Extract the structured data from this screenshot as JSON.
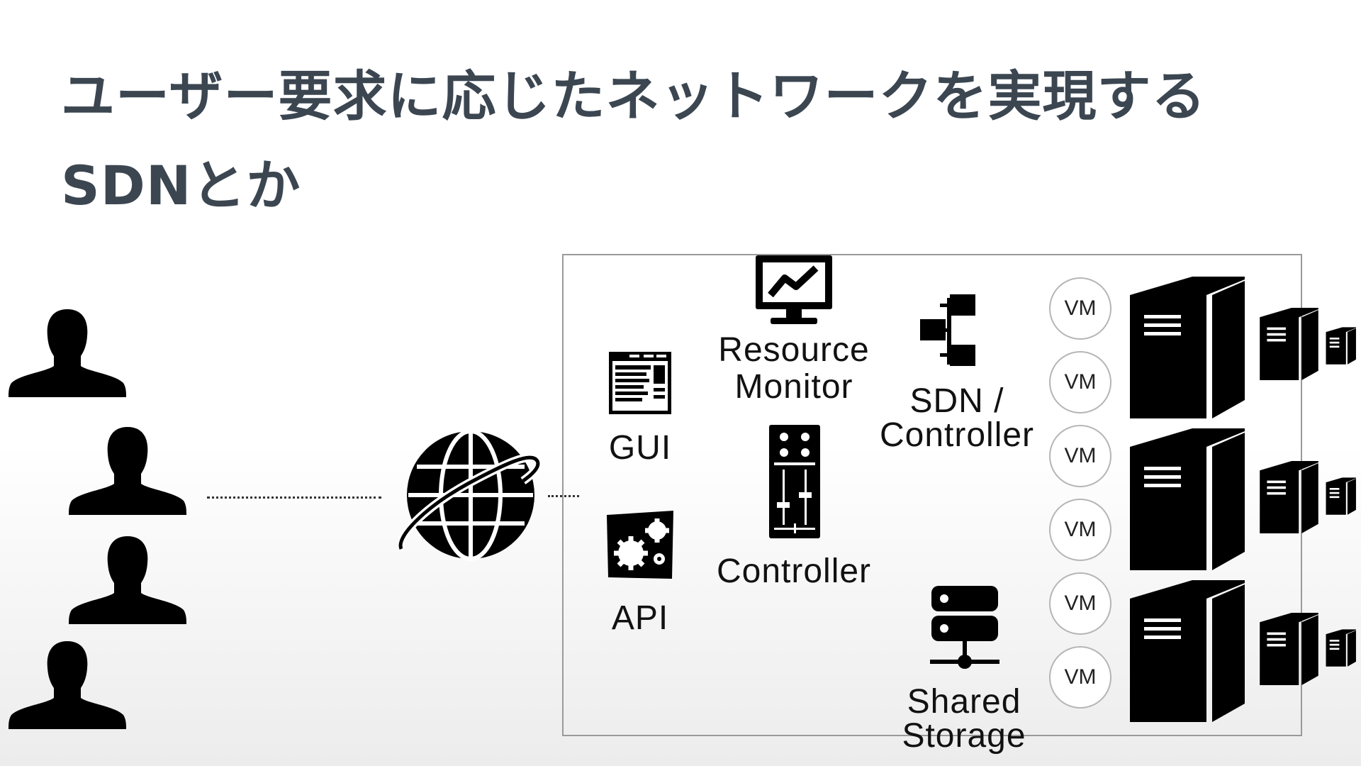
{
  "title": {
    "line1": "ユーザー要求に応じたネットワークを実現する",
    "line2": "SDNとか"
  },
  "labels": {
    "gui": "GUI",
    "api": "API",
    "resource_monitor_1": "Resource",
    "resource_monitor_2": "Monitor",
    "controller": "Controller",
    "sdn_1": "SDN /",
    "sdn_2": "Controller",
    "shared_1": "Shared",
    "shared_2": "Storage"
  },
  "vm_label": "VM",
  "vms": [
    "VM",
    "VM",
    "VM",
    "VM",
    "VM",
    "VM"
  ],
  "colors": {
    "title": "#3b4651",
    "icon": "#000000",
    "box_border": "#9a9a9a",
    "vm_border": "#b5b5b5"
  },
  "icons": [
    "user-icon",
    "globe-icon",
    "gui-window-icon",
    "api-gears-icon",
    "monitor-chart-icon",
    "mixer-controller-icon",
    "network-tree-icon",
    "storage-server-icon",
    "server-tower-icon"
  ]
}
